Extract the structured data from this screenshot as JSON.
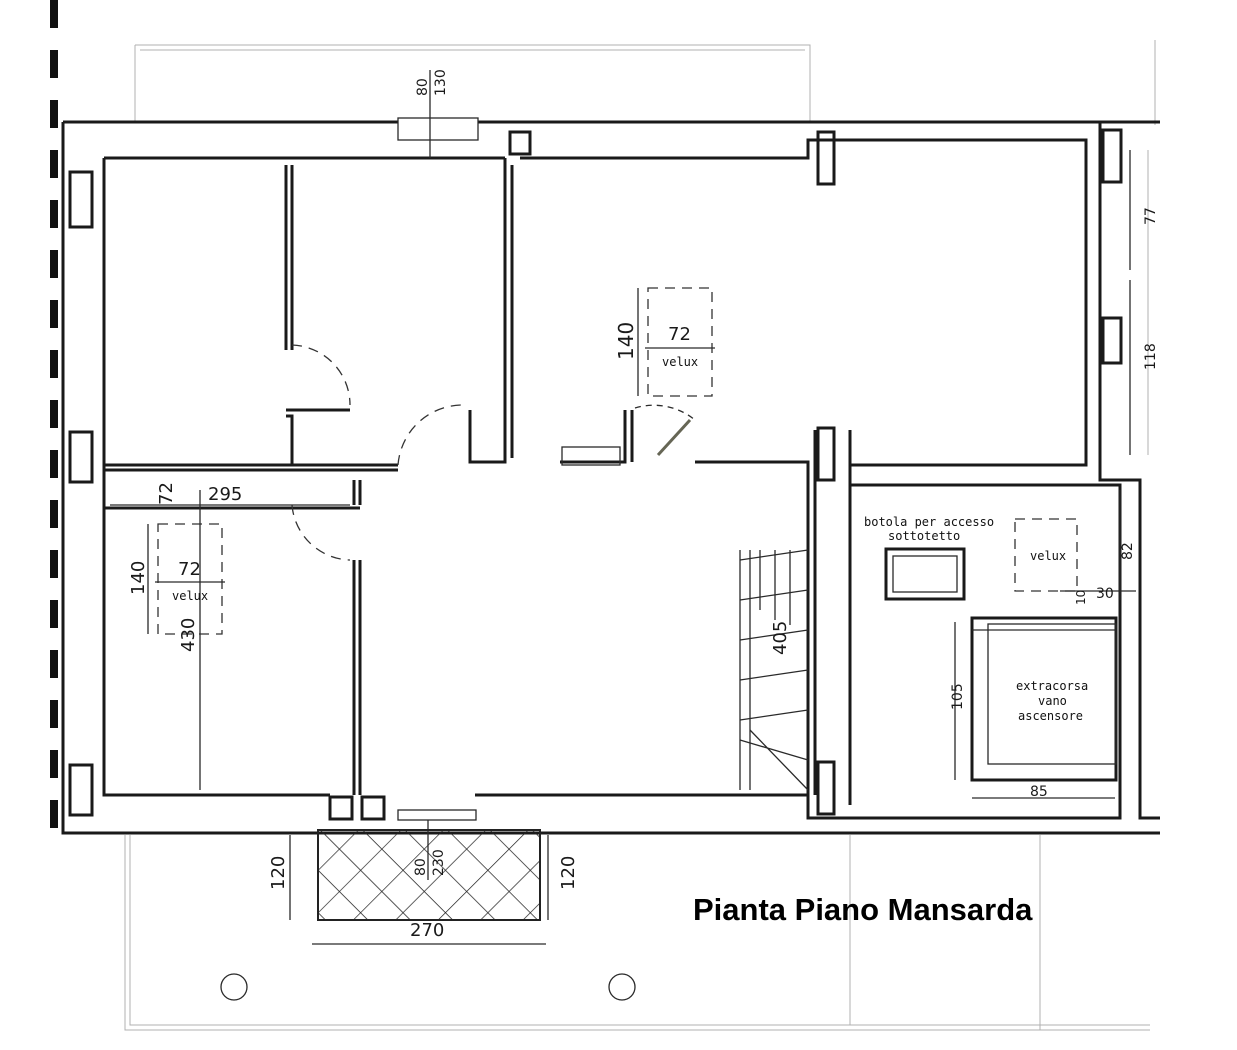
{
  "title": "Pianta Piano Mansarda",
  "labels": {
    "velux_top": "velux",
    "velux_left": "velux",
    "velux_right": "velux",
    "hatch_line1": "botola per accesso",
    "hatch_line2": "sottotetto",
    "lift_line1": "extracorsa",
    "lift_line2": "vano",
    "lift_line3": "ascensore"
  },
  "dimensions": {
    "top_window_80": "80",
    "top_window_130": "130",
    "velux_top_140": "140",
    "velux_top_72": "72",
    "right_77": "77",
    "right_118": "118",
    "left_72": "72",
    "left_295": "295",
    "velux_left_140": "140",
    "velux_left_72": "72",
    "left_430": "430",
    "stair_405": "405",
    "right_82": "82",
    "right_10": "10",
    "right_30": "30",
    "lift_105": "105",
    "lift_85": "85",
    "balcony_120_left": "120",
    "balcony_120_right": "120",
    "balcony_80": "80",
    "balcony_230": "230",
    "balcony_270": "270"
  }
}
